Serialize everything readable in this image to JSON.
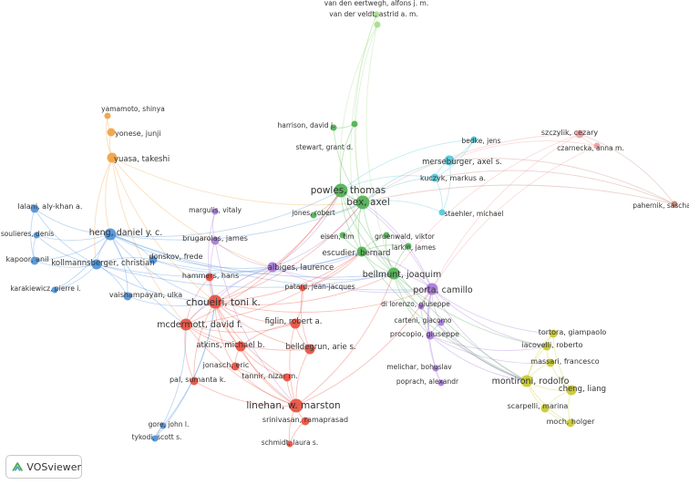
{
  "app": {
    "name": "VOSviewer",
    "logo_icon": "vosviewer-logo-icon"
  },
  "colors": {
    "red": "#e74c3c",
    "green": "#4caf50",
    "blue": "#4a90d9",
    "yellow": "#c8c82a",
    "purple": "#a678d8",
    "orange": "#f0a040",
    "cyan": "#4fc6d9",
    "pink": "#f09a9a",
    "lightgreen": "#a3dd8a",
    "brown": "#c08070"
  },
  "nodes": [
    {
      "id": "vde",
      "label": "van den eertwegh, alfons j. m.",
      "cluster": "lightgreen",
      "weight": 1
    },
    {
      "id": "vdv",
      "label": "van der veldt, astrid a. m.",
      "cluster": "lightgreen",
      "weight": 1
    },
    {
      "id": "yam",
      "label": "yamamoto, shinya",
      "cluster": "orange",
      "weight": 1
    },
    {
      "id": "yon",
      "label": "yonese, junji",
      "cluster": "orange",
      "weight": 2
    },
    {
      "id": "yua",
      "label": "yuasa, takeshi",
      "cluster": "orange",
      "weight": 3
    },
    {
      "id": "har",
      "label": "harrison, david j.",
      "cluster": "green",
      "weight": 1
    },
    {
      "id": "ste",
      "label": "stewart, grant d.",
      "cluster": "green",
      "weight": 1
    },
    {
      "id": "pow",
      "label": "powles, thomas",
      "cluster": "green",
      "weight": 5
    },
    {
      "id": "bex",
      "label": "bex, axel",
      "cluster": "green",
      "weight": 5
    },
    {
      "id": "jon",
      "label": "jones, robert",
      "cluster": "green",
      "weight": 1
    },
    {
      "id": "eis",
      "label": "eisen, tim",
      "cluster": "green",
      "weight": 1
    },
    {
      "id": "esc",
      "label": "escudier, bernard",
      "cluster": "green",
      "weight": 3
    },
    {
      "id": "gru",
      "label": "gruenwald, viktor",
      "cluster": "green",
      "weight": 1
    },
    {
      "id": "lar",
      "label": "larkin, james",
      "cluster": "green",
      "weight": 1
    },
    {
      "id": "bel",
      "label": "bellmunt, joaquim",
      "cluster": "green",
      "weight": 4
    },
    {
      "id": "mer",
      "label": "merseburger, axel s.",
      "cluster": "cyan",
      "weight": 3
    },
    {
      "id": "bed",
      "label": "bedke, jens",
      "cluster": "cyan",
      "weight": 1
    },
    {
      "id": "kuc",
      "label": "kuczyk, markus a.",
      "cluster": "cyan",
      "weight": 2
    },
    {
      "id": "sta",
      "label": "staehler, michael",
      "cluster": "cyan",
      "weight": 1
    },
    {
      "id": "szc",
      "label": "szczylik, cezary",
      "cluster": "pink",
      "weight": 2
    },
    {
      "id": "cza",
      "label": "czarnecka, anna m.",
      "cluster": "pink",
      "weight": 1
    },
    {
      "id": "pah",
      "label": "pahernik, sascha",
      "cluster": "brown",
      "weight": 1
    },
    {
      "id": "lal",
      "label": "lalani, aly-khan a.",
      "cluster": "blue",
      "weight": 2
    },
    {
      "id": "hen",
      "label": "heng, daniel y. c.",
      "cluster": "blue",
      "weight": 4
    },
    {
      "id": "sou",
      "label": "soulieres, denis",
      "cluster": "blue",
      "weight": 1
    },
    {
      "id": "kap",
      "label": "kapoor, anil",
      "cluster": "blue",
      "weight": 2
    },
    {
      "id": "kol",
      "label": "kollmannsberger, christian",
      "cluster": "blue",
      "weight": 3
    },
    {
      "id": "kar",
      "label": "karakiewicz, pierre i.",
      "cluster": "blue",
      "weight": 1
    },
    {
      "id": "don",
      "label": "donskov, frede",
      "cluster": "blue",
      "weight": 2
    },
    {
      "id": "vai",
      "label": "vaishampayan, ulka",
      "cluster": "blue",
      "weight": 2
    },
    {
      "id": "gor",
      "label": "gore, john l.",
      "cluster": "blue",
      "weight": 1
    },
    {
      "id": "tyk",
      "label": "tykodi, scott s.",
      "cluster": "blue",
      "weight": 1
    },
    {
      "id": "mar",
      "label": "margulis, vitaly",
      "cluster": "purple",
      "weight": 1
    },
    {
      "id": "bru",
      "label": "brugarolas, james",
      "cluster": "purple",
      "weight": 2
    },
    {
      "id": "ham",
      "label": "hammers, hans",
      "cluster": "red",
      "weight": 2
    },
    {
      "id": "alb",
      "label": "albiges, laurence",
      "cluster": "purple",
      "weight": 3
    },
    {
      "id": "cho",
      "label": "choueiri, toni k.",
      "cluster": "red",
      "weight": 5
    },
    {
      "id": "pat",
      "label": "patard, jean-jacques",
      "cluster": "red",
      "weight": 1
    },
    {
      "id": "mcd",
      "label": "mcdermott, david f.",
      "cluster": "red",
      "weight": 4
    },
    {
      "id": "fig",
      "label": "figlin, robert a.",
      "cluster": "red",
      "weight": 3
    },
    {
      "id": "atk",
      "label": "atkins, michael b.",
      "cluster": "red",
      "weight": 3
    },
    {
      "id": "bld",
      "label": "belldegrun, arie s.",
      "cluster": "red",
      "weight": 3
    },
    {
      "id": "jns",
      "label": "jonasch, eric",
      "cluster": "red",
      "weight": 2
    },
    {
      "id": "tan",
      "label": "tannir, nizar m.",
      "cluster": "red",
      "weight": 2
    },
    {
      "id": "pal",
      "label": "pal, sumanta k.",
      "cluster": "red",
      "weight": 2
    },
    {
      "id": "lin",
      "label": "linehan, w. marston",
      "cluster": "red",
      "weight": 5
    },
    {
      "id": "sri",
      "label": "srinivasan, ramaprasad",
      "cluster": "red",
      "weight": 2
    },
    {
      "id": "sch",
      "label": "schmidt, laura s.",
      "cluster": "red",
      "weight": 1
    },
    {
      "id": "por",
      "label": "porta, camillo",
      "cluster": "purple",
      "weight": 4
    },
    {
      "id": "dil",
      "label": "di lorenzo, giuseppe",
      "cluster": "purple",
      "weight": 1
    },
    {
      "id": "car",
      "label": "carteni, giacomo",
      "cluster": "purple",
      "weight": 1
    },
    {
      "id": "pro",
      "label": "procopio, giuseppe",
      "cluster": "purple",
      "weight": 2
    },
    {
      "id": "mel",
      "label": "melichar, bohuslav",
      "cluster": "purple",
      "weight": 1
    },
    {
      "id": "pop",
      "label": "poprach, alexandr",
      "cluster": "purple",
      "weight": 1
    },
    {
      "id": "tor",
      "label": "tortora, giampaolo",
      "cluster": "yellow",
      "weight": 2
    },
    {
      "id": "iac",
      "label": "iacovelli, roberto",
      "cluster": "yellow",
      "weight": 2
    },
    {
      "id": "mas",
      "label": "massari, francesco",
      "cluster": "yellow",
      "weight": 2
    },
    {
      "id": "mon",
      "label": "montironi, rodolfo",
      "cluster": "yellow",
      "weight": 4
    },
    {
      "id": "che",
      "label": "cheng, liang",
      "cluster": "yellow",
      "weight": 3
    },
    {
      "id": "sca",
      "label": "scarpelli, marina",
      "cluster": "yellow",
      "weight": 2
    },
    {
      "id": "moc",
      "label": "moch, holger",
      "cluster": "yellow",
      "weight": 2
    }
  ],
  "links": [
    [
      "vde",
      "vdv"
    ],
    [
      "vdv",
      "pow"
    ],
    [
      "vdv",
      "bex"
    ],
    [
      "vde",
      "bex"
    ],
    [
      "vdv",
      "bel"
    ],
    [
      "vde",
      "esc"
    ],
    [
      "yam",
      "yon"
    ],
    [
      "yon",
      "yua"
    ],
    [
      "yam",
      "yua"
    ],
    [
      "yua",
      "cho"
    ],
    [
      "yua",
      "kol"
    ],
    [
      "yua",
      "hen"
    ],
    [
      "yua",
      "bex"
    ],
    [
      "yua",
      "mcd"
    ],
    [
      "yua",
      "alb"
    ],
    [
      "har",
      "ste"
    ],
    [
      "ste",
      "pow"
    ],
    [
      "har",
      "bex"
    ],
    [
      "pow",
      "bex"
    ],
    [
      "bex",
      "esc"
    ],
    [
      "pow",
      "esc"
    ],
    [
      "esc",
      "bel"
    ],
    [
      "bex",
      "bel"
    ],
    [
      "pow",
      "bel"
    ],
    [
      "jon",
      "pow"
    ],
    [
      "eis",
      "esc"
    ],
    [
      "gru",
      "bel"
    ],
    [
      "lar",
      "esc"
    ],
    [
      "lar",
      "bel"
    ],
    [
      "gru",
      "esc"
    ],
    [
      "eis",
      "bex"
    ],
    [
      "jon",
      "bex"
    ],
    [
      "mer",
      "bed"
    ],
    [
      "mer",
      "kuc"
    ],
    [
      "kuc",
      "bed"
    ],
    [
      "kuc",
      "bex"
    ],
    [
      "mer",
      "bex"
    ],
    [
      "sta",
      "bex"
    ],
    [
      "sta",
      "mer"
    ],
    [
      "bed",
      "pow"
    ],
    [
      "kuc",
      "pow"
    ],
    [
      "sta",
      "kuc"
    ],
    [
      "szc",
      "cza"
    ],
    [
      "szc",
      "bel"
    ],
    [
      "szc",
      "por"
    ],
    [
      "cza",
      "por"
    ],
    [
      "szc",
      "bex"
    ],
    [
      "cza",
      "mer"
    ],
    [
      "pah",
      "mer"
    ],
    [
      "pah",
      "kuc"
    ],
    [
      "pah",
      "bex"
    ],
    [
      "pah",
      "szc"
    ],
    [
      "lal",
      "hen"
    ],
    [
      "hen",
      "kol"
    ],
    [
      "sou",
      "hen"
    ],
    [
      "kap",
      "hen"
    ],
    [
      "kap",
      "kol"
    ],
    [
      "kar",
      "kol"
    ],
    [
      "kar",
      "hen"
    ],
    [
      "don",
      "hen"
    ],
    [
      "don",
      "kol"
    ],
    [
      "vai",
      "hen"
    ],
    [
      "vai",
      "kol"
    ],
    [
      "lal",
      "kol"
    ],
    [
      "sou",
      "kol"
    ],
    [
      "sou",
      "kap"
    ],
    [
      "lal",
      "kap"
    ],
    [
      "hen",
      "cho"
    ],
    [
      "hen",
      "mcd"
    ],
    [
      "kol",
      "cho"
    ],
    [
      "hen",
      "alb"
    ],
    [
      "hen",
      "bex"
    ],
    [
      "hen",
      "pow"
    ],
    [
      "kol",
      "esc"
    ],
    [
      "don",
      "alb"
    ],
    [
      "don",
      "esc"
    ],
    [
      "hen",
      "bel"
    ],
    [
      "kol",
      "bel"
    ],
    [
      "vai",
      "cho"
    ],
    [
      "hen",
      "por"
    ],
    [
      "gor",
      "cho"
    ],
    [
      "tyk",
      "cho"
    ],
    [
      "gor",
      "tyk"
    ],
    [
      "tyk",
      "mcd"
    ],
    [
      "mar",
      "bru"
    ],
    [
      "bru",
      "cho"
    ],
    [
      "bru",
      "lin"
    ],
    [
      "bru",
      "alb"
    ],
    [
      "mar",
      "cho"
    ],
    [
      "ham",
      "cho"
    ],
    [
      "ham",
      "mcd"
    ],
    [
      "alb",
      "cho"
    ],
    [
      "alb",
      "esc"
    ],
    [
      "alb",
      "bel"
    ],
    [
      "alb",
      "pow"
    ],
    [
      "alb",
      "por"
    ],
    [
      "alb",
      "mcd"
    ],
    [
      "alb",
      "bex"
    ],
    [
      "cho",
      "mcd"
    ],
    [
      "cho",
      "fig"
    ],
    [
      "cho",
      "atk"
    ],
    [
      "cho",
      "bld"
    ],
    [
      "cho",
      "jns"
    ],
    [
      "cho",
      "tan"
    ],
    [
      "cho",
      "lin"
    ],
    [
      "cho",
      "pal"
    ],
    [
      "cho",
      "pow"
    ],
    [
      "cho",
      "bex"
    ],
    [
      "cho",
      "esc"
    ],
    [
      "cho",
      "bel"
    ],
    [
      "cho",
      "por"
    ],
    [
      "mcd",
      "atk"
    ],
    [
      "mcd",
      "fig"
    ],
    [
      "mcd",
      "lin"
    ],
    [
      "mcd",
      "bld"
    ],
    [
      "mcd",
      "pal"
    ],
    [
      "mcd",
      "pow"
    ],
    [
      "mcd",
      "esc"
    ],
    [
      "fig",
      "bld"
    ],
    [
      "fig",
      "lin"
    ],
    [
      "fig",
      "atk"
    ],
    [
      "fig",
      "pat"
    ],
    [
      "pat",
      "bld"
    ],
    [
      "pat",
      "esc"
    ],
    [
      "atk",
      "jns"
    ],
    [
      "atk",
      "tan"
    ],
    [
      "atk",
      "lin"
    ],
    [
      "jns",
      "tan"
    ],
    [
      "jns",
      "lin"
    ],
    [
      "tan",
      "lin"
    ],
    [
      "bld",
      "lin"
    ],
    [
      "pal",
      "lin"
    ],
    [
      "lin",
      "sri"
    ],
    [
      "lin",
      "sch"
    ],
    [
      "sri",
      "sch"
    ],
    [
      "lin",
      "bel"
    ],
    [
      "lin",
      "por"
    ],
    [
      "por",
      "dil"
    ],
    [
      "por",
      "car"
    ],
    [
      "por",
      "pro"
    ],
    [
      "dil",
      "pro"
    ],
    [
      "car",
      "pro"
    ],
    [
      "por",
      "bel"
    ],
    [
      "por",
      "esc"
    ],
    [
      "por",
      "pow"
    ],
    [
      "por",
      "bex"
    ],
    [
      "por",
      "mel"
    ],
    [
      "por",
      "pop"
    ],
    [
      "mel",
      "pop"
    ],
    [
      "por",
      "tor"
    ],
    [
      "por",
      "iac"
    ],
    [
      "por",
      "mon"
    ],
    [
      "pro",
      "iac"
    ],
    [
      "pro",
      "mon"
    ],
    [
      "dil",
      "mon"
    ],
    [
      "car",
      "mon"
    ],
    [
      "pro",
      "mas"
    ],
    [
      "tor",
      "iac"
    ],
    [
      "iac",
      "mas"
    ],
    [
      "mas",
      "mon"
    ],
    [
      "mon",
      "che"
    ],
    [
      "che",
      "sca"
    ],
    [
      "sca",
      "moc"
    ],
    [
      "mon",
      "sca"
    ],
    [
      "mon",
      "moc"
    ],
    [
      "che",
      "moc"
    ],
    [
      "mas",
      "che"
    ],
    [
      "tor",
      "mon"
    ],
    [
      "iac",
      "mon"
    ],
    [
      "tor",
      "che"
    ],
    [
      "bel",
      "mon"
    ],
    [
      "bel",
      "iac"
    ],
    [
      "bel",
      "pro"
    ],
    [
      "bel",
      "dil"
    ],
    [
      "esc",
      "mon"
    ],
    [
      "pow",
      "mon"
    ]
  ]
}
